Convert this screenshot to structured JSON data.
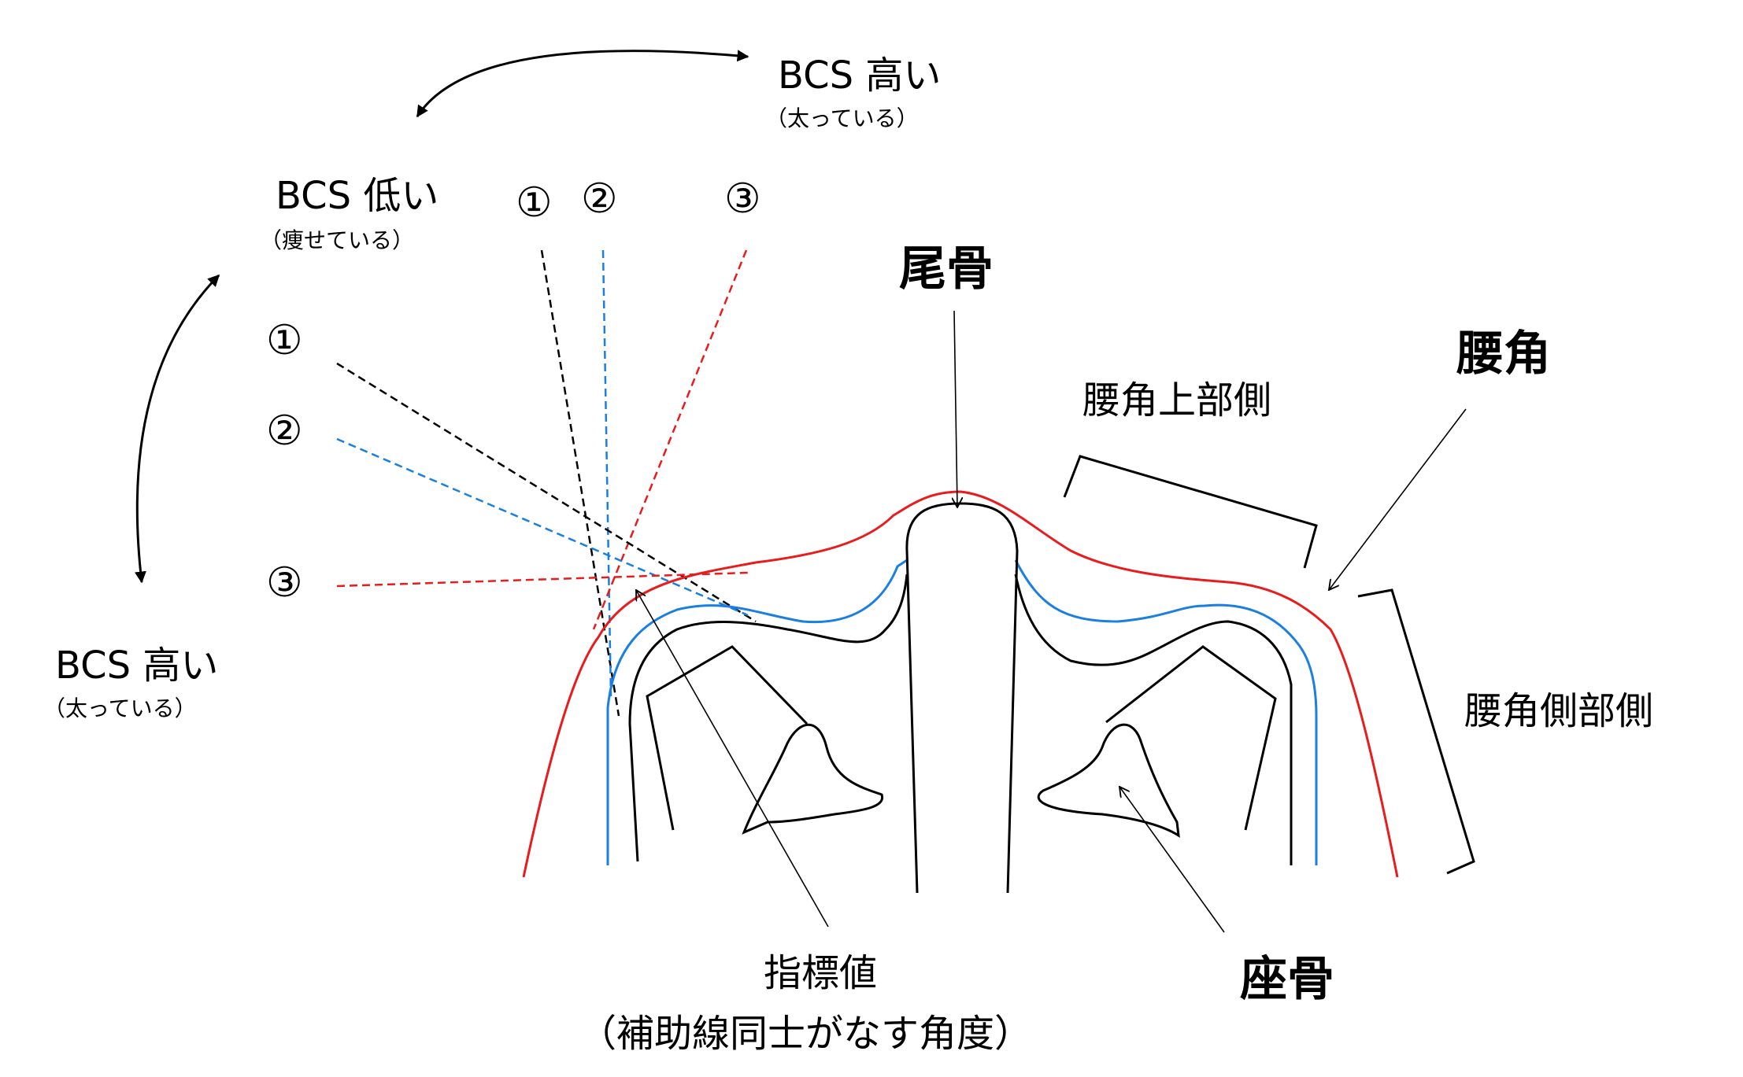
{
  "labels": {
    "bcs_high_top": "BCS 高い",
    "bcs_high_top_sub": "（太っている）",
    "bcs_low": "BCS 低い",
    "bcs_low_sub": "（痩せている）",
    "bcs_high_left": "BCS 高い",
    "bcs_high_left_sub": "（太っている）",
    "coccyx": "尾骨",
    "hip_corner": "腰角",
    "hip_upper_side": "腰角上部側",
    "hip_lateral_side": "腰角側部側",
    "ischium": "座骨",
    "index_value": "指標値",
    "index_value_sub": "（補助線同士がなす角度）"
  },
  "markers": {
    "top": [
      "①",
      "②",
      "③"
    ],
    "left": [
      "①",
      "②",
      "③"
    ]
  },
  "colors": {
    "bcs_low_line": "#000000",
    "bcs_mid_line": "#1a7fe0",
    "bcs_high_line": "#e81c1c",
    "skeleton": "#000000"
  }
}
